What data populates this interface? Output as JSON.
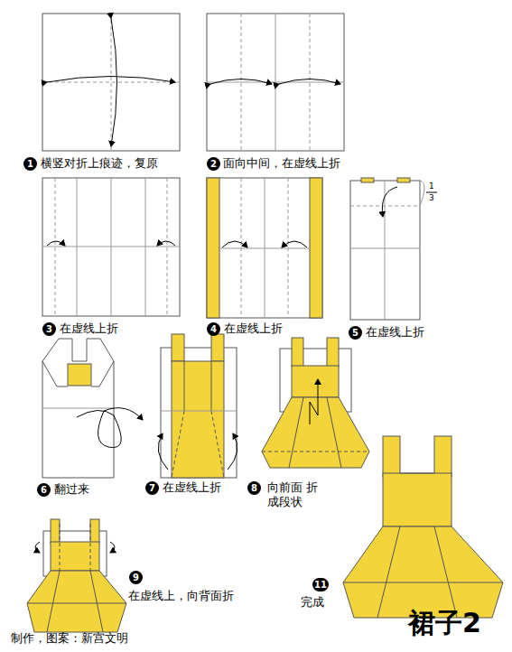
{
  "diagram": {
    "title": "裙子2",
    "labels": [
      "1",
      "横竖对折上痕迹，复原",
      "2",
      "面向中间，在虚线上折",
      "3",
      "在虚线上折",
      "4",
      "在虚线上折",
      "5",
      "在虚线上折",
      "1",
      "3",
      "6",
      "翻过来",
      "7",
      "在虚线上折",
      "8",
      "向前面 折成段状",
      "9",
      "在虚线上，向背面折",
      "11",
      "完成",
      "制作，图案：新宫文明"
    ]
  }
}
